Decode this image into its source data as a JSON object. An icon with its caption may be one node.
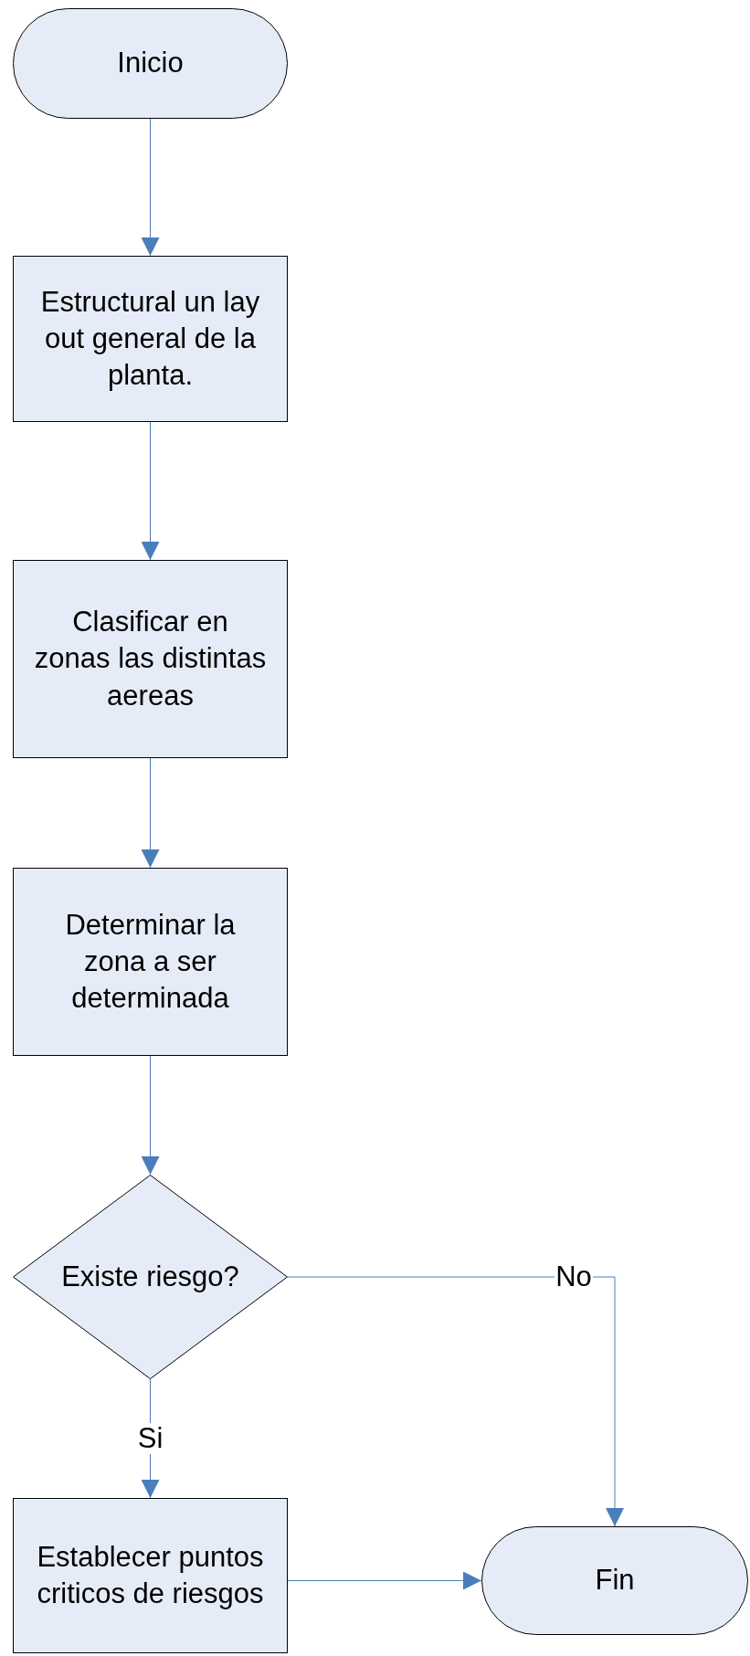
{
  "diagram": {
    "nodes": [
      {
        "text": [
          "Inicio"
        ]
      },
      {
        "text": [
          "Estructural un lay out general de la planta."
        ]
      },
      {
        "text": [
          "Clasificar en zonas las distintas aereas"
        ]
      },
      {
        "text": [
          "Determinar la zona a ser determinada"
        ]
      },
      {
        "text": [
          "Existe riesgo?"
        ]
      },
      {
        "text": [
          "Establecer puntos criticos de riesgos"
        ]
      },
      {
        "text": [
          "Fin"
        ]
      }
    ],
    "edges": [
      {
        "from": 0,
        "to": 1,
        "arrow": "to"
      },
      {
        "from": 1,
        "to": 2,
        "arrow": "to"
      },
      {
        "from": 2,
        "to": 3,
        "arrow": "to"
      },
      {
        "from": 3,
        "to": 4,
        "arrow": "to"
      },
      {
        "from": 4,
        "to": 6,
        "arrow": "to",
        "label": "No"
      },
      {
        "from": 4,
        "to": 5,
        "arrow": "to",
        "label": "Si"
      },
      {
        "from": 5,
        "to": 6,
        "arrow": "to"
      }
    ]
  }
}
